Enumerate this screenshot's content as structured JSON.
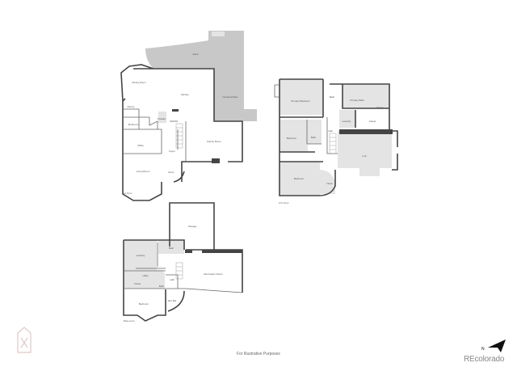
{
  "floors": [
    {
      "name": "1st Floor",
      "rooms": [
        "Deck",
        "Dining Room",
        "Kitchen",
        "Covered Patio",
        "Pantry",
        "Powder",
        "Mudroom",
        "Office",
        "Foyer",
        "Family Room",
        "Living Room",
        "Entry"
      ]
    },
    {
      "name": "2nd Floor",
      "rooms": [
        "Primary Bedroom",
        "Bath",
        "Primary Bath",
        "Closet",
        "Laundry",
        "Closet",
        "Hall",
        "Bedroom",
        "Bath",
        "Bedroom",
        "Loft",
        "Nook"
      ]
    },
    {
      "name": "Basement",
      "rooms": [
        "Storage",
        "Laundry",
        "Bath",
        "Utility",
        "Closet",
        "Hall",
        "Recreation Room",
        "Bedroom",
        "Wet Bar",
        "Bath"
      ]
    }
  ],
  "disclaimer": "For Illustrative Purposes",
  "brand": "REcolorado",
  "compass": {
    "label": "N",
    "icon": "north-arrow-icon"
  },
  "colors": {
    "wall": "#444444",
    "exterior": "#c8c8c8",
    "room_shaded": "#e4e4e4"
  }
}
